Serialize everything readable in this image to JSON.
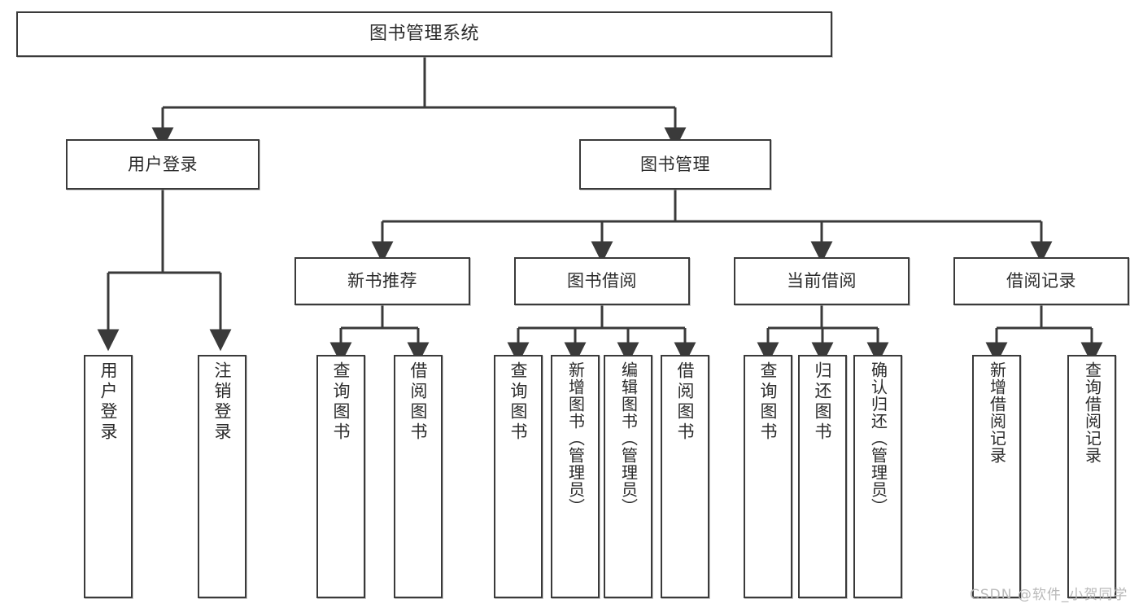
{
  "diagram": {
    "type": "tree",
    "title": "图书管理系统",
    "root": {
      "label": "图书管理系统"
    },
    "level2": [
      {
        "label": "用户登录"
      },
      {
        "label": "图书管理"
      }
    ],
    "level3": [
      {
        "label": "新书推荐"
      },
      {
        "label": "图书借阅"
      },
      {
        "label": "当前借阅"
      },
      {
        "label": "借阅记录"
      }
    ],
    "leaves": {
      "user_login": [
        {
          "label": "用户登录"
        },
        {
          "label": "注销登录"
        }
      ],
      "new_book_recommend": [
        {
          "label": "查询图书"
        },
        {
          "label": "借阅图书"
        }
      ],
      "book_borrow": [
        {
          "label": "查询图书"
        },
        {
          "label": "新增图书（管理员）"
        },
        {
          "label": "编辑图书（管理员）"
        },
        {
          "label": "借阅图书"
        }
      ],
      "current_borrow": [
        {
          "label": "查询图书"
        },
        {
          "label": "归还图书"
        },
        {
          "label": "确认归还（管理员）"
        }
      ],
      "borrow_record": [
        {
          "label": "新增借阅记录"
        },
        {
          "label": "查询借阅记录"
        }
      ]
    },
    "watermark": "CSDN @软件_小贺同学",
    "colors": {
      "border": "#3a3a3a",
      "background": "#ffffff",
      "text": "#2b2b2b",
      "watermark": "#b9b9b9"
    }
  }
}
